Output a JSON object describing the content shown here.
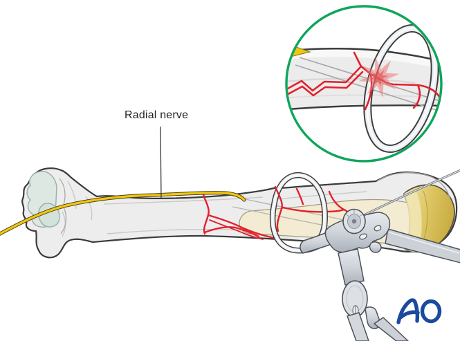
{
  "scene": {
    "background_color": "#ffffff",
    "annotation": {
      "label": "Radial nerve"
    },
    "logo": {
      "text": "AO",
      "color": "#1b4a9e"
    },
    "palette": {
      "bone_fill": "#ededed",
      "bone_outline": "#3b3b3b",
      "cartilage_distal_teal": "#dde8e3",
      "medullary_cream": "#f3ecd3",
      "humeral_head_gold": "#d9c35e",
      "nerve_yellow": "#f2c50f",
      "fracture_red": "#e3202c",
      "inset_ring_green": "#0ea55b",
      "instrument_gray": "#ccd1d7",
      "starburst_pink": "#ed7878"
    },
    "parts": [
      {
        "name": "humerus"
      },
      {
        "name": "radial-nerve"
      },
      {
        "name": "fracture-lines"
      },
      {
        "name": "cerclage-wire-loop"
      },
      {
        "name": "kirschner-wire"
      },
      {
        "name": "reduction-instrument"
      },
      {
        "name": "magnified-inset"
      },
      {
        "name": "ao-logo"
      }
    ]
  }
}
